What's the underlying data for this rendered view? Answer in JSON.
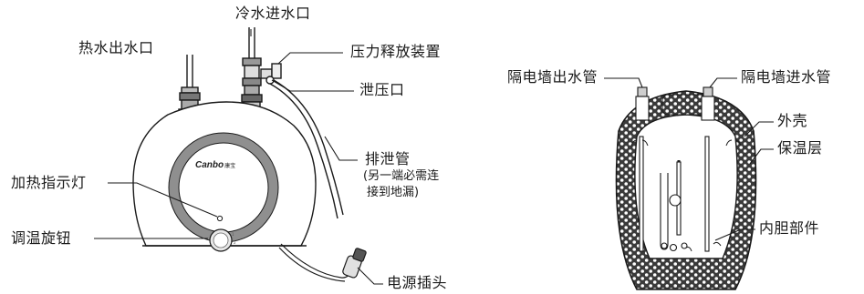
{
  "left_heater": {
    "brand": "Canbo",
    "brand_cn": "康宝",
    "labels": {
      "cold_inlet": "冷水进水口",
      "hot_outlet": "热水出水口",
      "pressure_relief": "压力释放装置",
      "relief_port": "泄压口",
      "drain_pipe": "排泄管",
      "drain_note_line1": "(另一端必需连",
      "drain_note_line2": "接到地漏)",
      "heat_indicator": "加热指示灯",
      "temp_knob": "调温旋钮",
      "power_plug": "电源插头"
    }
  },
  "right_cutaway": {
    "labels": {
      "wall_outlet_pipe": "隔电墙出水管",
      "wall_inlet_pipe": "隔电墙进水管",
      "outer_shell": "外壳",
      "insulation_layer": "保温层",
      "inner_tank_parts": "内胆部件"
    }
  },
  "colors": {
    "line": "#1a1a1a",
    "ring_gray": "#8f8f8f",
    "foam_fill": "#5a5a5a",
    "light_gray": "#d9d9d9"
  }
}
